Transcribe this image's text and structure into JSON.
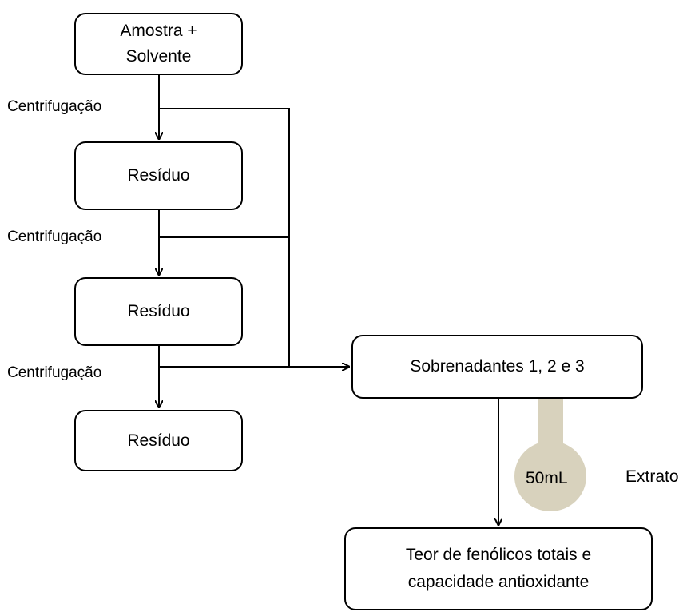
{
  "nodes": {
    "sample": {
      "line1": "Amostra +",
      "line2": "Solvente"
    },
    "residue1": "Resíduo",
    "residue2": "Resíduo",
    "residue3": "Resíduo",
    "supernatants": "Sobrenadantes 1, 2 e 3",
    "result": {
      "line1": "Teor de fenólicos totais e",
      "line2": "capacidade antioxidante"
    }
  },
  "steps": [
    "Centrifugação",
    "Centrifugação",
    "Centrifugação"
  ],
  "flask": {
    "volume": "50mL",
    "label": "Extrato",
    "color": "#d8d2bd"
  }
}
